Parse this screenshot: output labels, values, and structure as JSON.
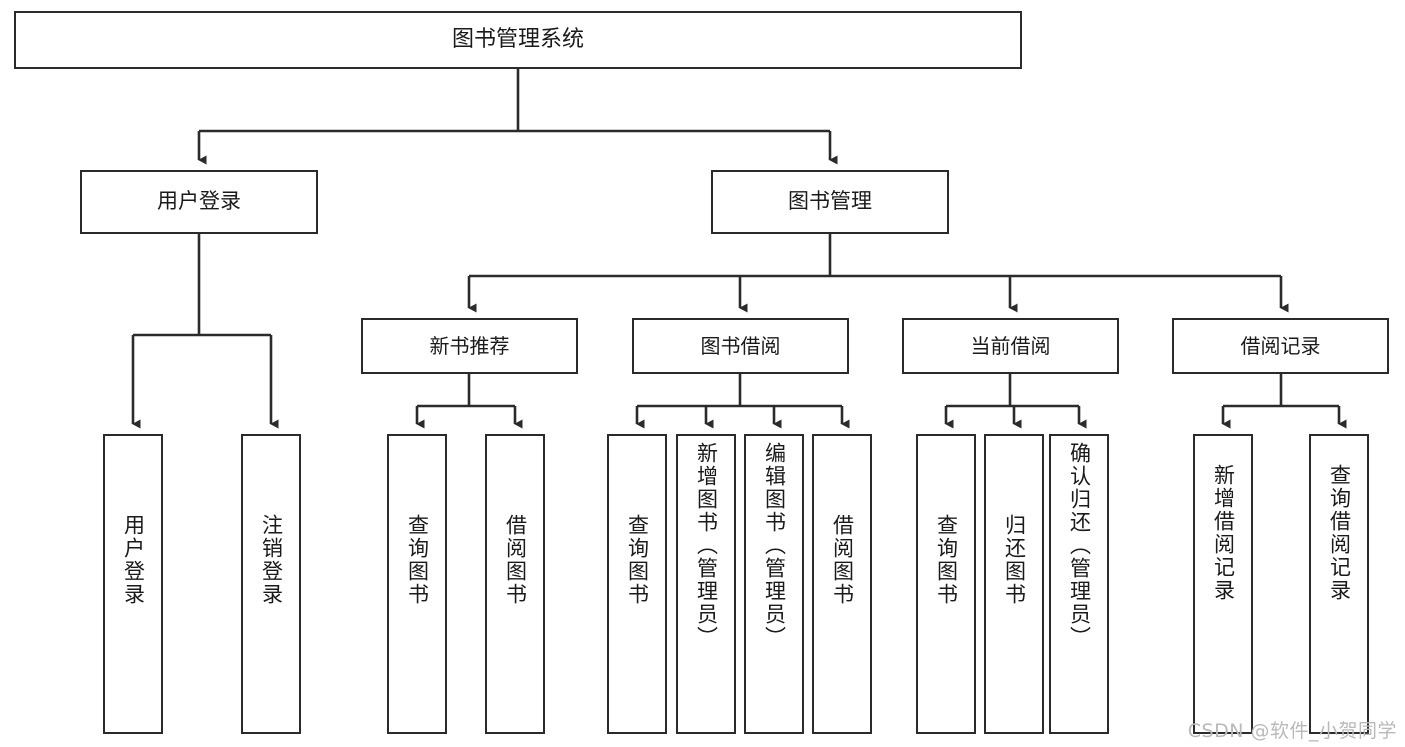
{
  "diagram": {
    "type": "tree-hierarchy-chart",
    "title": "图书管理系统",
    "watermark": "CSDN @软件_小贺同学",
    "colors": {
      "box_border": "#2b2b2b",
      "box_fill": "#ffffff",
      "connector": "#2b2b2b",
      "text": "#1a1a1a",
      "watermark": "#b9b9b9",
      "background": "#ffffff"
    },
    "root": {
      "label": "图书管理系统"
    },
    "branches": [
      {
        "label": "用户登录",
        "leaves": [
          {
            "label": "用户登录"
          },
          {
            "label": "注销登录"
          }
        ]
      },
      {
        "label": "图书管理",
        "groups": [
          {
            "label": "新书推荐",
            "leaves": [
              {
                "label": "查询图书"
              },
              {
                "label": "借阅图书"
              }
            ]
          },
          {
            "label": "图书借阅",
            "leaves": [
              {
                "label": "查询图书"
              },
              {
                "label": "新增图书（管理员）"
              },
              {
                "label": "编辑图书（管理员）"
              },
              {
                "label": "借阅图书"
              }
            ]
          },
          {
            "label": "当前借阅",
            "leaves": [
              {
                "label": "查询图书"
              },
              {
                "label": "归还图书"
              },
              {
                "label": "确认归还（管理员）"
              }
            ]
          },
          {
            "label": "借阅记录",
            "leaves": [
              {
                "label": "新增借阅记录"
              },
              {
                "label": "查询借阅记录"
              }
            ]
          }
        ]
      }
    ]
  }
}
